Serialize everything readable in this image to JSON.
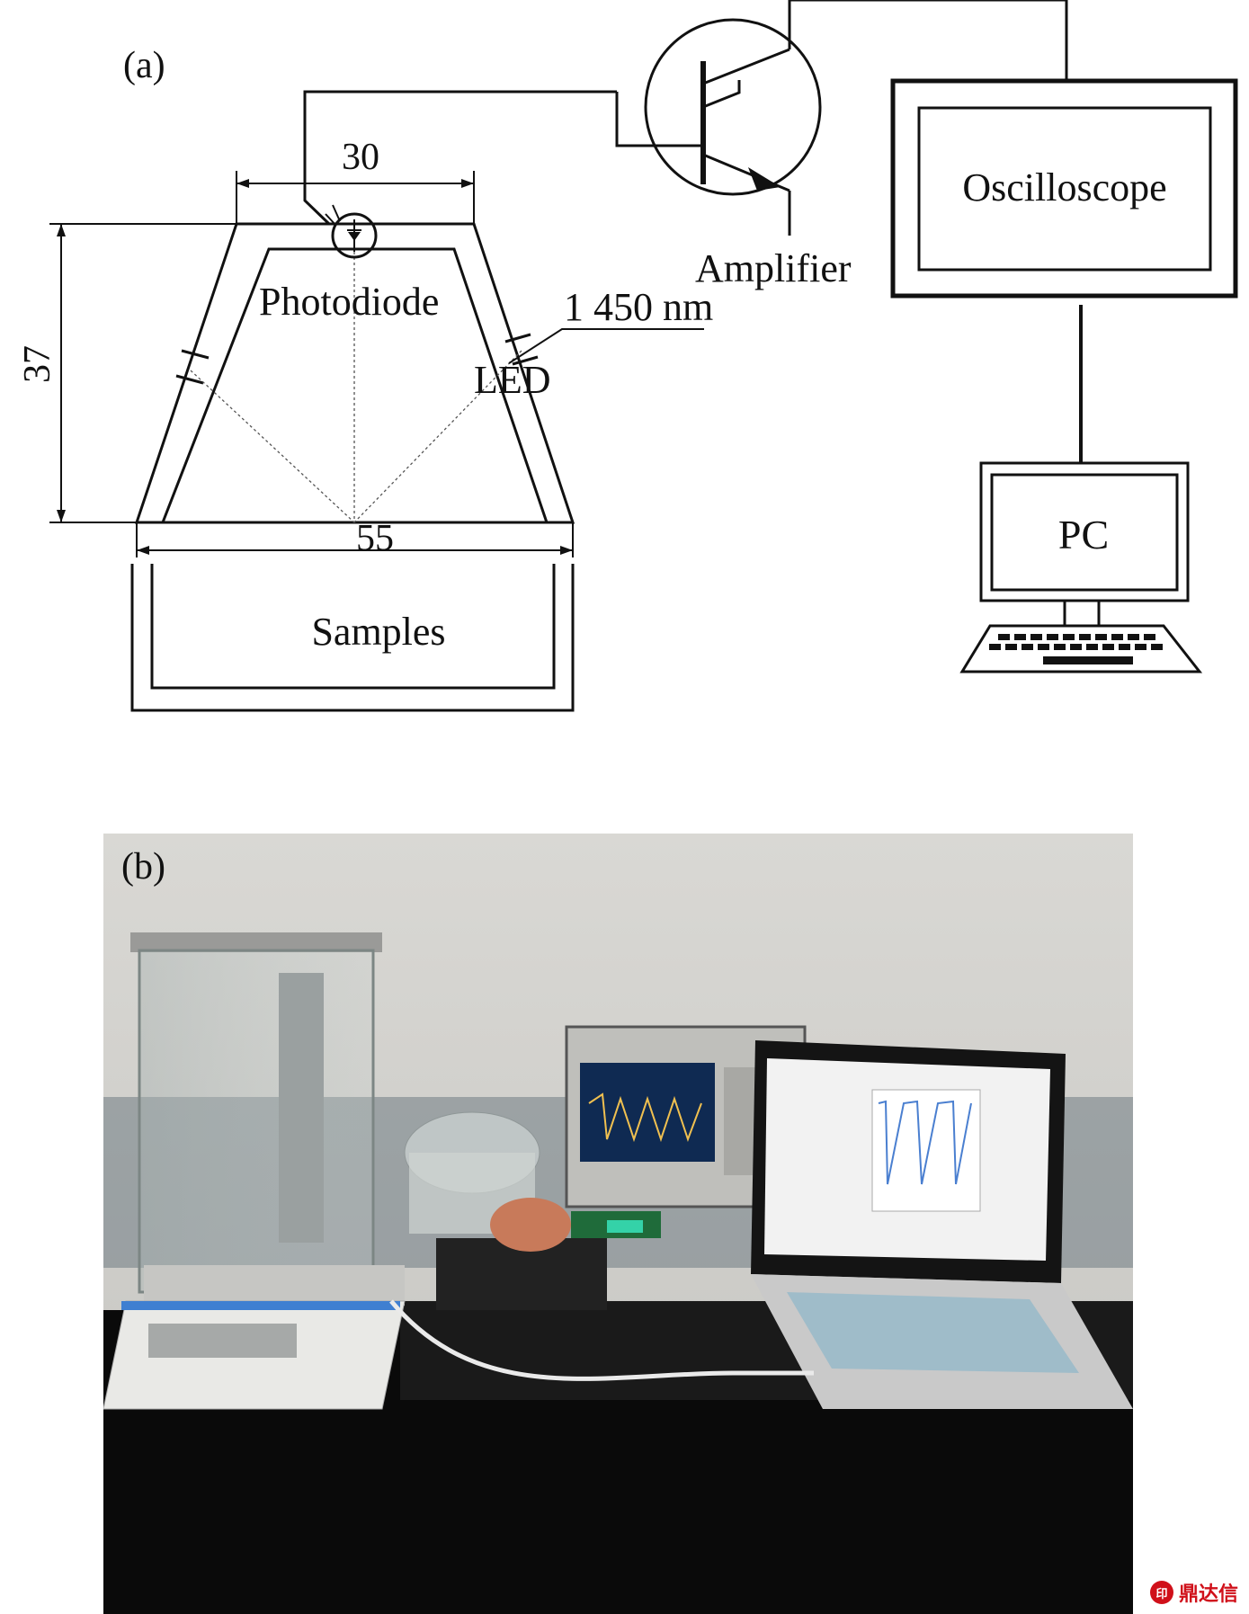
{
  "panel_a": {
    "label": "(a)",
    "dimensions": {
      "top_width": "30",
      "height": "37",
      "bottom_width": "55"
    },
    "components": {
      "photodiode": "Photodiode",
      "led": "LED",
      "wavelength": "1 450 nm",
      "amplifier": "Amplifier",
      "oscilloscope": "Oscilloscope",
      "pc": "PC",
      "samples": "Samples"
    }
  },
  "panel_b": {
    "label": "(b)"
  },
  "watermark": {
    "text": "鼎达信",
    "color": "#d0101a"
  }
}
